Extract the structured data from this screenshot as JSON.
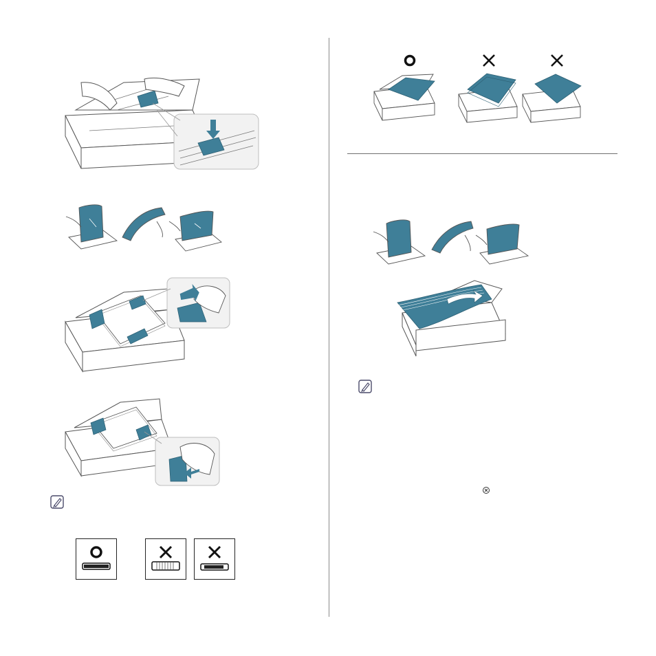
{
  "page": {
    "background": "#ffffff",
    "accent_color": "#3f7f98",
    "tray_outline_color": "#555555"
  },
  "left_column": {
    "figures": [
      {
        "icon": "tray-guide-release-illustration"
      },
      {
        "icon": "paper-flexing-illustration"
      },
      {
        "icon": "tray-length-guide-illustration"
      },
      {
        "icon": "tray-width-guide-illustration"
      }
    ],
    "note_icon": "note-pencil-icon",
    "paper_level_indicators": [
      {
        "mark": "O",
        "icon": "correct-mark-icon"
      },
      {
        "mark": "X",
        "icon": "incorrect-mark-icon"
      },
      {
        "mark": "X",
        "icon": "incorrect-mark-icon"
      }
    ]
  },
  "right_column": {
    "tray_examples": [
      {
        "mark": "O",
        "icon": "correct-mark-icon"
      },
      {
        "mark": "X",
        "icon": "incorrect-mark-icon"
      },
      {
        "mark": "X",
        "icon": "incorrect-mark-icon"
      }
    ],
    "figures": [
      {
        "icon": "paper-flexing-illustration"
      },
      {
        "icon": "paper-loading-illustration"
      }
    ],
    "note_icon": "note-pencil-icon",
    "inline_icon": "stop-clear-button-icon"
  }
}
